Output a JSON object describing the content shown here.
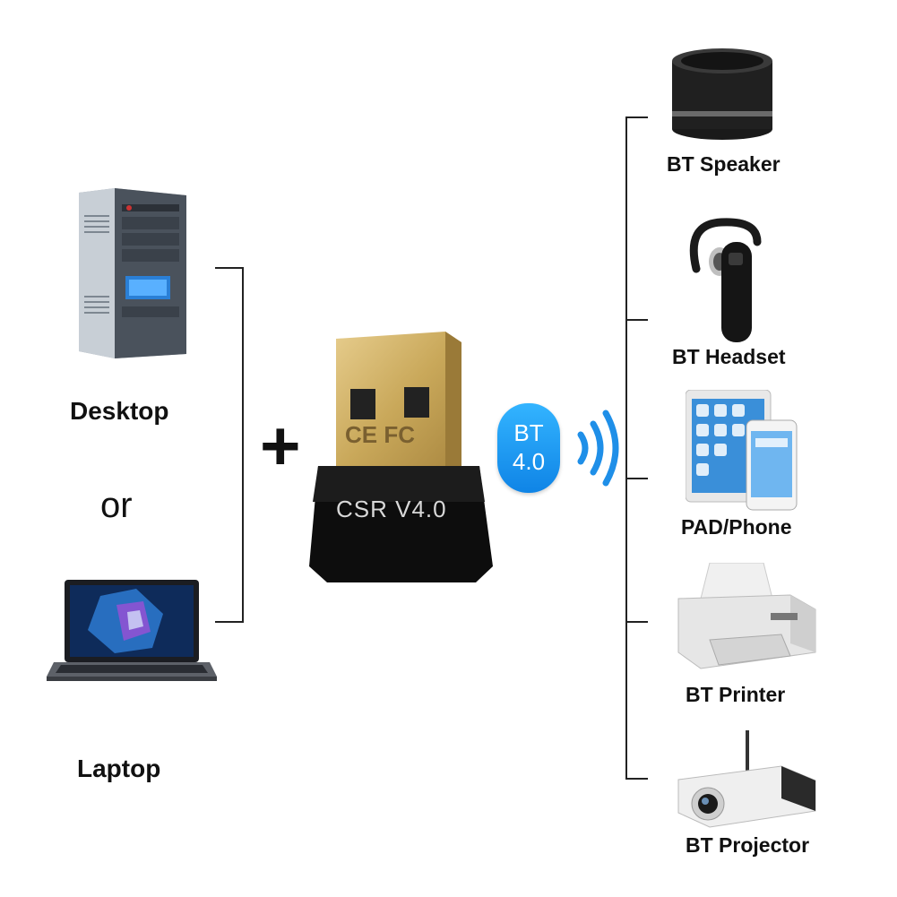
{
  "left": {
    "desktop_label": "Desktop",
    "or_label": "or",
    "laptop_label": "Laptop"
  },
  "center": {
    "plus": "+",
    "dongle_text": "CSR V4.0",
    "dongle_marks": "CE FC",
    "badge_line1": "BT",
    "badge_line2": "4.0"
  },
  "right": {
    "devices": [
      {
        "label": "BT Speaker"
      },
      {
        "label": "BT Headset"
      },
      {
        "label": "PAD/Phone"
      },
      {
        "label": "BT Printer"
      },
      {
        "label": "BT Projector"
      }
    ]
  },
  "colors": {
    "badge": "#1f9bf0",
    "signal": "#1f8fe8",
    "gold": "#c9a85a",
    "line": "#222222"
  }
}
